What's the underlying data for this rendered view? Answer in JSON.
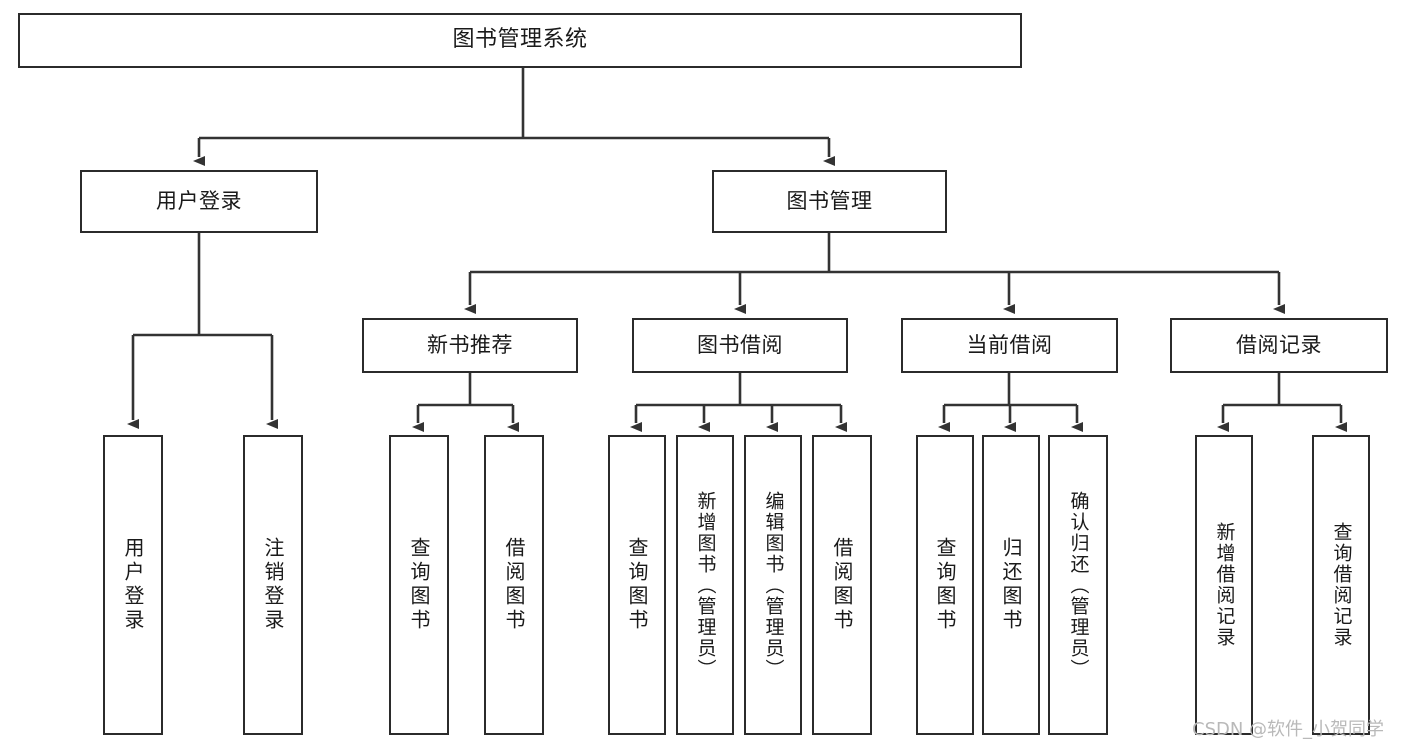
{
  "diagram": {
    "type": "tree",
    "title": "图书管理系统",
    "orientation": "top-down",
    "colors": {
      "node_border": "#2b2b2b",
      "node_fill": "#ffffff",
      "edge": "#333333",
      "text": "#1a1a1a",
      "watermark": "#b9b9b9",
      "background": "#ffffff"
    },
    "nodes": {
      "root": {
        "label": "图书管理系统"
      },
      "level2": [
        {
          "id": "user-login",
          "label": "用户登录"
        },
        {
          "id": "book-manage",
          "label": "图书管理"
        }
      ],
      "level3": [
        {
          "id": "new-book-rec",
          "label": "新书推荐"
        },
        {
          "id": "book-borrow",
          "label": "图书借阅"
        },
        {
          "id": "current-borrow",
          "label": "当前借阅"
        },
        {
          "id": "borrow-record",
          "label": "借阅记录"
        }
      ],
      "leaves": {
        "user-login": [
          {
            "id": "leaf-user-login",
            "label": "用户登录"
          },
          {
            "id": "leaf-user-logout",
            "label": "注销登录"
          }
        ],
        "new-book-rec": [
          {
            "id": "leaf-query-book-1",
            "label": "查询图书"
          },
          {
            "id": "leaf-borrow-book-1",
            "label": "借阅图书"
          }
        ],
        "book-borrow": [
          {
            "id": "leaf-query-book-2",
            "label": "查询图书"
          },
          {
            "id": "leaf-add-book",
            "label": "新增图书（管理员）"
          },
          {
            "id": "leaf-edit-book",
            "label": "编辑图书（管理员）"
          },
          {
            "id": "leaf-borrow-book-2",
            "label": "借阅图书"
          }
        ],
        "current-borrow": [
          {
            "id": "leaf-query-book-3",
            "label": "查询图书"
          },
          {
            "id": "leaf-return-book",
            "label": "归还图书"
          },
          {
            "id": "leaf-confirm-return",
            "label": "确认归还（管理员）"
          }
        ],
        "borrow-record": [
          {
            "id": "leaf-add-record",
            "label": "新增借阅记录"
          },
          {
            "id": "leaf-query-record",
            "label": "查询借阅记录"
          }
        ]
      }
    },
    "watermark": "CSDN @软件_小贺同学"
  }
}
